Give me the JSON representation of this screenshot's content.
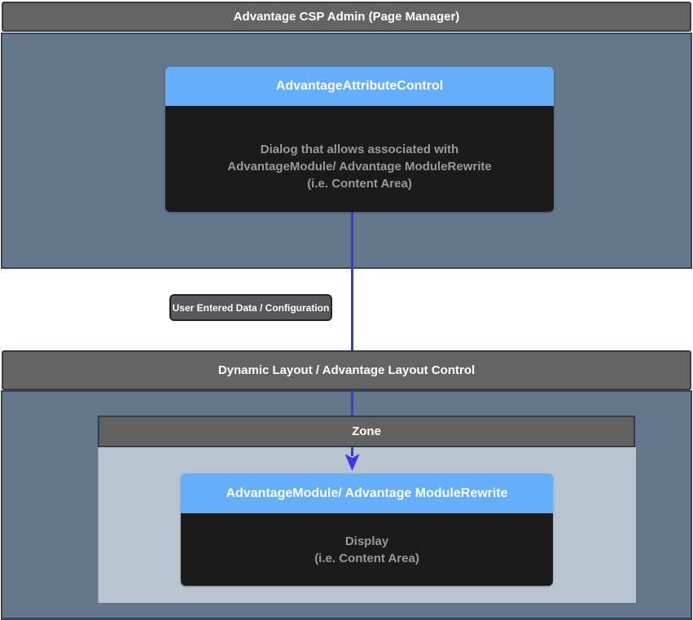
{
  "sections": {
    "page_manager": {
      "title": "Advantage CSP Admin (Page Manager)",
      "box": {
        "header": "AdvantageAttributeControl",
        "body_lines": [
          "Dialog that allows associated with",
          "AdvantageModule/ Advantage ModuleRewrite",
          "(i.e. Content Area)"
        ]
      }
    },
    "connector": {
      "label": "User Entered Data / Configuration"
    },
    "dynamic_layout": {
      "title": "Dynamic Layout / Advantage Layout Control",
      "zone": {
        "title": "Zone",
        "box": {
          "header": "AdvantageModule/ Advantage ModuleRewrite",
          "body_lines": [
            "Display",
            "(i.e. Content Area)"
          ]
        }
      }
    }
  },
  "colors": {
    "title_bar_gray": "#646465",
    "panel_slate": "#64778C",
    "zone_light": "#B8C5D0",
    "node_header_blue": "#65AEFA",
    "node_body_dark": "#1B1B1B",
    "node_body_text": "#9A9A9A",
    "arrow_blue": "#3737EB",
    "border_navy": "#33415A",
    "label_bg": "#58585B"
  }
}
